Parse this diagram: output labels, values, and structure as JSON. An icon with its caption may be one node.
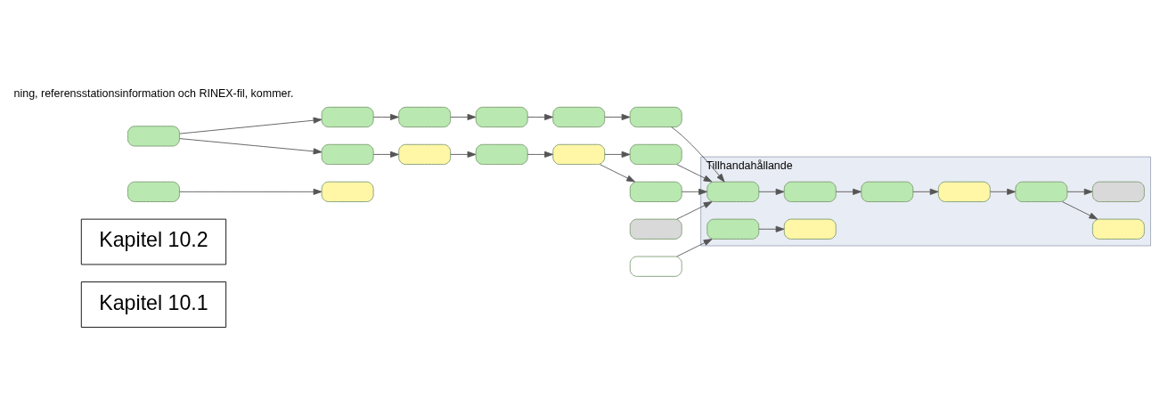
{
  "diagram": {
    "nodes": [
      {
        "text": [
          "Kapitel 10.1"
        ]
      },
      {
        "text": [
          "Kapitel 10.2"
        ]
      },
      {
        "text": [],
        "shape": "box"
      },
      {
        "text": [],
        "shape": "box"
      },
      {
        "text": [],
        "shape": "box"
      },
      {
        "text": [],
        "shape": "box"
      },
      {
        "text": [],
        "shape": "box"
      },
      {
        "text": [],
        "shape": "box"
      },
      {
        "text": [],
        "shape": "box"
      },
      {
        "text": [],
        "shape": "box"
      },
      {
        "text": [],
        "shape": "box"
      },
      {
        "text": [],
        "shape": "box"
      },
      {
        "text": [],
        "shape": "box"
      },
      {
        "text": [],
        "shape": "box"
      },
      {
        "text": [],
        "shape": "box"
      },
      {
        "text": [],
        "shape": "box"
      },
      {
        "text": [],
        "shape": "box"
      },
      {
        "text": [
          "Tillhandahållande"
        ]
      },
      {
        "text": [],
        "shape": "box",
        "in": 17
      },
      {
        "text": [],
        "shape": "box",
        "in": 17
      },
      {
        "text": [],
        "shape": "box",
        "in": 17
      },
      {
        "text": [],
        "shape": "box",
        "in": 17
      },
      {
        "text": [],
        "shape": "box",
        "in": 17
      },
      {
        "text": [],
        "shape": "box",
        "in": 17
      },
      {
        "text": [],
        "shape": "box",
        "in": 17
      },
      {
        "text": [],
        "shape": "box",
        "in": 17
      },
      {
        "text": [],
        "shape": "box",
        "in": 17
      },
      {
        "text": [],
        "shape": "box"
      }
    ],
    "edges": [
      {
        "from": 2,
        "to": 3,
        "arrow": "to"
      },
      {
        "from": 4,
        "to": 5,
        "arrow": "to"
      },
      {
        "from": 5,
        "to": 6,
        "arrow": "to"
      },
      {
        "from": 6,
        "to": 7,
        "arrow": "to"
      },
      {
        "from": 7,
        "to": 8,
        "arrow": "to"
      },
      {
        "from": 8,
        "to": 9,
        "arrow": "to"
      },
      {
        "from": 4,
        "to": 10,
        "arrow": "to"
      },
      {
        "from": 10,
        "to": 11,
        "arrow": "to"
      },
      {
        "from": 11,
        "to": 12,
        "arrow": "to"
      },
      {
        "from": 12,
        "to": 13,
        "arrow": "to"
      },
      {
        "from": 13,
        "to": 14,
        "arrow": "to"
      },
      {
        "from": 13,
        "to": 15,
        "arrow": "to"
      },
      {
        "from": 16,
        "to": 18,
        "arrow": "to"
      },
      {
        "from": 9,
        "to": 18,
        "arrow": "to"
      },
      {
        "from": 14,
        "to": 18,
        "arrow": "to"
      },
      {
        "from": 15,
        "to": 18,
        "arrow": "to"
      },
      {
        "from": 18,
        "to": 19,
        "arrow": "to"
      },
      {
        "from": 19,
        "to": 20,
        "arrow": "to"
      },
      {
        "from": 20,
        "to": 21,
        "arrow": "to"
      },
      {
        "from": 21,
        "to": 22,
        "arrow": "to"
      },
      {
        "from": 22,
        "to": 23,
        "arrow": "to"
      },
      {
        "from": 22,
        "to": 24,
        "arrow": "to"
      },
      {
        "from": 27,
        "to": 25,
        "arrow": "to"
      },
      {
        "from": 25,
        "to": 26,
        "arrow": "to"
      }
    ],
    "labels": [
      "ning, referensstationsinformation och RINEX-fil, kommer."
    ]
  }
}
